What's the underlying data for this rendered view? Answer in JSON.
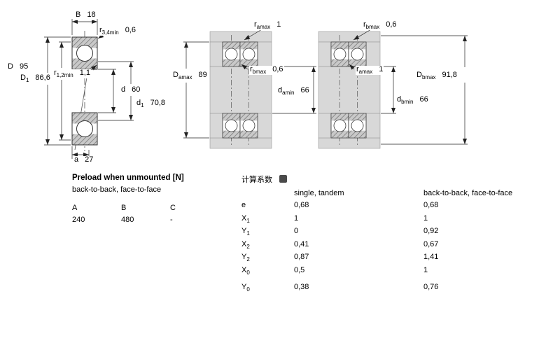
{
  "labels": {
    "B": {
      "sym": "B",
      "sub": "",
      "val": "18"
    },
    "r34": {
      "sym": "r",
      "sub": "3,4min",
      "val": "0,6"
    },
    "D": {
      "sym": "D",
      "sub": "",
      "val": "95"
    },
    "D1": {
      "sym": "D",
      "sub": "1",
      "val": "86,6"
    },
    "r12": {
      "sym": "r",
      "sub": "1,2min",
      "val": "1,1"
    },
    "d": {
      "sym": "d",
      "sub": "",
      "val": "60"
    },
    "d1": {
      "sym": "d",
      "sub": "1",
      "val": "70,8"
    },
    "a": {
      "sym": "a",
      "sub": "",
      "val": "27"
    },
    "ramax1": {
      "sym": "r",
      "sub": "amax",
      "val": "1"
    },
    "Damax": {
      "sym": "D",
      "sub": "amax",
      "val": "89"
    },
    "rbmax1": {
      "sym": "r",
      "sub": "bmax",
      "val": "0,6"
    },
    "damin": {
      "sym": "d",
      "sub": "amin",
      "val": "66"
    },
    "rbmax2": {
      "sym": "r",
      "sub": "bmax",
      "val": "0,6"
    },
    "ramax2": {
      "sym": "r",
      "sub": "amax",
      "val": "1"
    },
    "Dbmax": {
      "sym": "D",
      "sub": "bmax",
      "val": "91,8"
    },
    "dbmin": {
      "sym": "d",
      "sub": "bmin",
      "val": "66"
    }
  },
  "preload": {
    "title": "Preload when unmounted [N]",
    "subtitle": "back-to-back, face-to-face",
    "headers": [
      "A",
      "B",
      "C"
    ],
    "values": [
      "240",
      "480",
      "-"
    ]
  },
  "factors": {
    "title": "计算系数",
    "col1": "single, tandem",
    "col2": "back-to-back, face-to-face",
    "rows": [
      {
        "sym": "e",
        "sub": "",
        "v1": "0,68",
        "v2": "0,68"
      },
      {
        "sym": "X",
        "sub": "1",
        "v1": "1",
        "v2": "1"
      },
      {
        "sym": "Y",
        "sub": "1",
        "v1": "0",
        "v2": "0,92"
      },
      {
        "sym": "X",
        "sub": "2",
        "v1": "0,41",
        "v2": "0,67"
      },
      {
        "sym": "Y",
        "sub": "2",
        "v1": "0,87",
        "v2": "1,41"
      },
      {
        "sym": "X",
        "sub": "0",
        "v1": "0,5",
        "v2": "1"
      },
      {
        "sym": "Y",
        "sub": "0",
        "v1": "0,38",
        "v2": "0,76"
      }
    ]
  }
}
